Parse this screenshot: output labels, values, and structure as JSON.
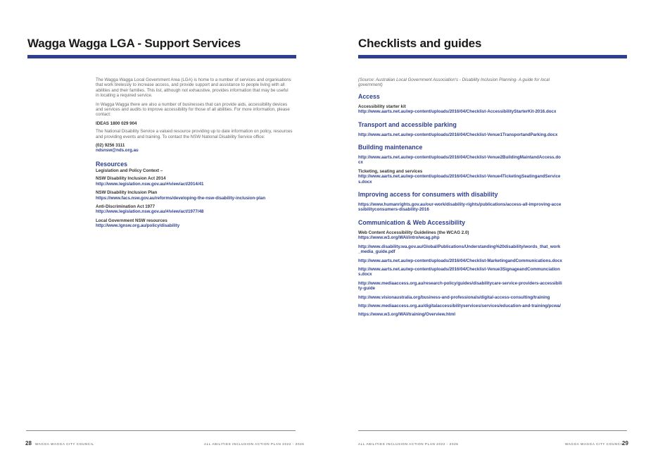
{
  "left": {
    "title": "Wagga Wagga LGA - Support Services",
    "intro": [
      "The Wagga Wagga Local Government Area (LGA) is home to a number of services and organisations that work tirelessly to increase access, and provide support and assistance to people living with all abilities and their families. This list, although not exhaustive, provides information that may be useful in locating a required service.",
      "In Wagga Wagga there are also a number of businesses that can provide aids, accessibility devices and services and audits to improve accessibility for those of all abilities. For more information, please contact:"
    ],
    "ideas": "IDEAS 1800 029 904",
    "nds_para": "The National Disability Service a valued resource providing up to date information on policy, resources and providing events and training. To contact the NSW National Disability Service office:",
    "nds_phone": "(02) 9256 3111",
    "nds_email": "ndsnsw@nds.org.au",
    "resources_heading": "Resources",
    "resources_sub": "Legislation and Policy Context –",
    "resources": [
      {
        "name": "NSW Disability Inclusion Act 2014",
        "url": "http://www.legislation.nsw.gov.au/#/view/act/2014/41"
      },
      {
        "name": "NSW Disability Inclusion Plan",
        "url": "https://www.facs.nsw.gov.au/reforms/developing-the-nsw-disability-inclusion-plan"
      },
      {
        "name": "Anti-Discrimination Act 1977",
        "url": "http://www.legislation.nsw.gov.au/#/view/act/1977/48"
      },
      {
        "name": "Local Government NSW resources",
        "url": "http://www.lgnsw.org.au/policy/disability"
      }
    ]
  },
  "right": {
    "title": "Checklists and guides",
    "source": "(Source: Australian Local Government Association's - Disability Inclusion Planning- A guide for local government)",
    "sections": [
      {
        "heading": "Access",
        "items": [
          {
            "name": "Accessibility starter kit",
            "url": "http://www.aarts.net.au/wp-content/uploads/2016/04/Checklist-AccessibilityStarterKit-2016.docx"
          }
        ]
      },
      {
        "heading": "Transport and accessible parking",
        "items": [
          {
            "name": "",
            "url": "http://www.aarts.net.au/wp-content/uploads/2016/04/Checklist-Venue1TransportandParking.docx"
          }
        ]
      },
      {
        "heading": "Building maintenance",
        "items": [
          {
            "name": "",
            "url": "http://www.aarts.net.au/wp-content/uploads/2016/04/Checklist-Venue2BuildingMaintandAccess.docx"
          },
          {
            "name": "Ticketing, seating and services",
            "url": "http://www.aarts.net.au/wp-content/uploads/2016/04/Checklist-Venue4TicketingSeatingandServices.docx"
          }
        ]
      },
      {
        "heading": "Improving access for consumers with disability",
        "items": [
          {
            "name": "",
            "url": "https://www.humanrights.gov.au/our-work/disability-rights/publications/access-all-improving-accessibilityconsumers-disability-2016"
          }
        ]
      },
      {
        "heading": "Communication & Web Accessibility",
        "items": [
          {
            "name": "Web Content Accessibility Guidelines (the WCAG 2.0)",
            "url": "https://www.w3.org/WAI/intro/wcag.php"
          },
          {
            "name": "",
            "url": "http://www.disability.wa.gov.au/Global/Publications/Understanding%20disability/words_that_work_media_guide.pdf"
          },
          {
            "name": "",
            "url": "http://www.aarts.net.au/wp-content/uploads/2016/04/Checklist-MarketingandCommunications.docx"
          },
          {
            "name": "",
            "url": "http://www.aarts.net.au/wp-content/uploads/2016/04/Checklist-Venue3SignageandCommunciations.docx"
          },
          {
            "name": "",
            "url": "http://www.mediaaccess.org.au/research-policy/guides/disabilitycare-service-providers-accessibility-guide"
          },
          {
            "name": "",
            "url": "http://www.visionaustralia.org/business-and-professionals/digital-access-consulting/training"
          },
          {
            "name": "",
            "url": "http://www.mediaaccess.org.au/digitalaccessibilityservices/services/education-and-training/pcwa/"
          },
          {
            "name": "",
            "url": "https://www.w3.org/WAI/training/Overview.html"
          }
        ]
      }
    ]
  },
  "footer": {
    "left_page_number": "28",
    "left_org": "WAGGA WAGGA CITY COUNCIL",
    "left_plan": "ALL ABILITIES INCLUSION ACTION PLAN 2022 - 2026",
    "right_plan": "ALL ABILITIES INCLUSION ACTION PLAN 2022 - 2026",
    "right_org": "WAGGA WAGGA CITY COUNCIL",
    "right_page_number": "29"
  },
  "colors": {
    "accent": "#2e3f8f",
    "title": "#1a1a1a",
    "body": "#666666"
  }
}
